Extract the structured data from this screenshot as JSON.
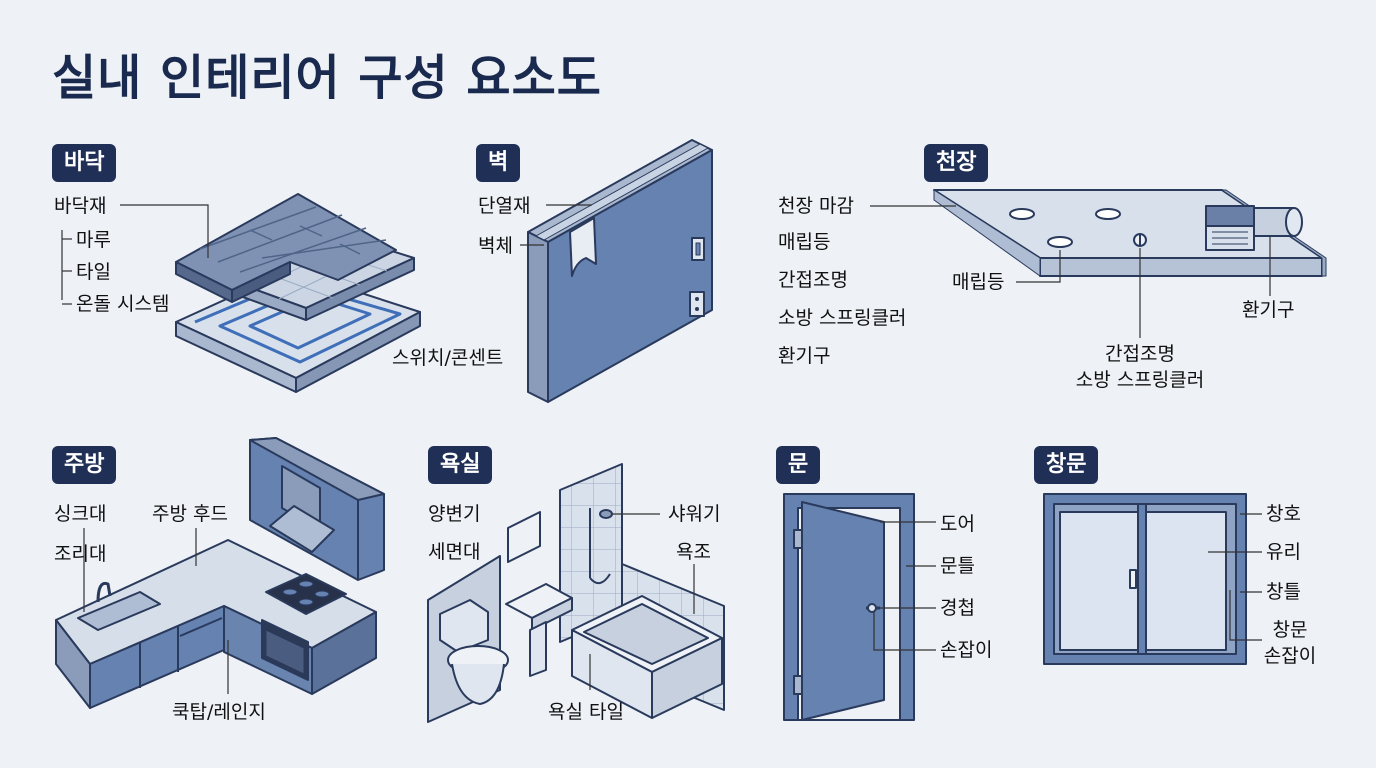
{
  "title": "실내 인테리어 구성 요소도",
  "floor": {
    "badge": "바닥",
    "labels": {
      "flooring": "바닥재",
      "wood": "마루",
      "tile": "타일",
      "ondol": "온돌 시스템"
    }
  },
  "wall": {
    "badge": "벽",
    "labels": {
      "insulation": "단열재",
      "body": "벽체",
      "switch": "스위치/콘센트"
    }
  },
  "ceiling": {
    "badge": "천장",
    "list": [
      "천장 마감",
      "매립등",
      "간접조명",
      "소방 스프링클러",
      "환기구"
    ],
    "callouts": {
      "downlight": "매립등",
      "vent": "환기구",
      "indirect": "간접조명",
      "sprinkler": "소방 스프링클러"
    }
  },
  "kitchen": {
    "badge": "주방",
    "labels": {
      "sink": "싱크대",
      "counter": "조리대",
      "hood": "주방 후드",
      "cooktop": "쿡탑/레인지"
    }
  },
  "bath": {
    "badge": "욕실",
    "labels": {
      "toilet": "양변기",
      "basin": "세면대",
      "shower": "샤워기",
      "tub": "욕조",
      "tile": "욕실 타일"
    }
  },
  "door": {
    "badge": "문",
    "labels": {
      "door": "도어",
      "frame": "문틀",
      "hinge": "경첩",
      "handle": "손잡이"
    }
  },
  "window": {
    "badge": "창문",
    "labels": {
      "sash": "창호",
      "glass": "유리",
      "frame": "창틀",
      "handle_line1": "창문",
      "handle_line2": "손잡이"
    }
  },
  "colors": {
    "navy": "#1f2f56",
    "blue": "#6582b0",
    "dark_blue": "#3f5a86",
    "light": "#dbe4f0"
  }
}
